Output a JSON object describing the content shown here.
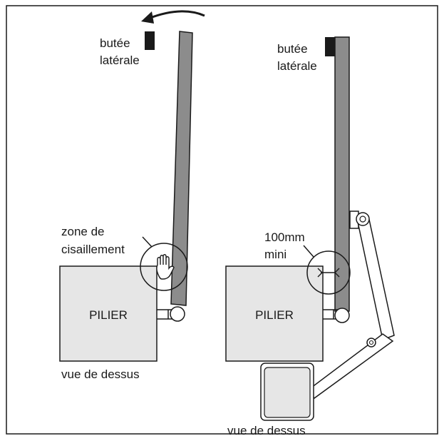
{
  "colors": {
    "border": "#1a1a1a",
    "leaf": "#8c8c8c",
    "pillar": "#e6e6e6",
    "motor": "#e6e6e6",
    "stop": "#1a1a1a"
  },
  "left": {
    "stop_label_line1": "butée",
    "stop_label_line2": "latérale",
    "zone_label_line1": "zone de",
    "zone_label_line2": "cisaillement",
    "pillar_label": "PILIER",
    "view_label": "vue de dessus",
    "arrow_icon": "curved-arrow-left-icon",
    "hand_icon": "hand-icon"
  },
  "right": {
    "stop_label_line1": "butée",
    "stop_label_line2": "latérale",
    "gap_label_line1": "100mm",
    "gap_label_line2": "mini",
    "pillar_label": "PILIER",
    "view_label": "vue de dessus"
  }
}
